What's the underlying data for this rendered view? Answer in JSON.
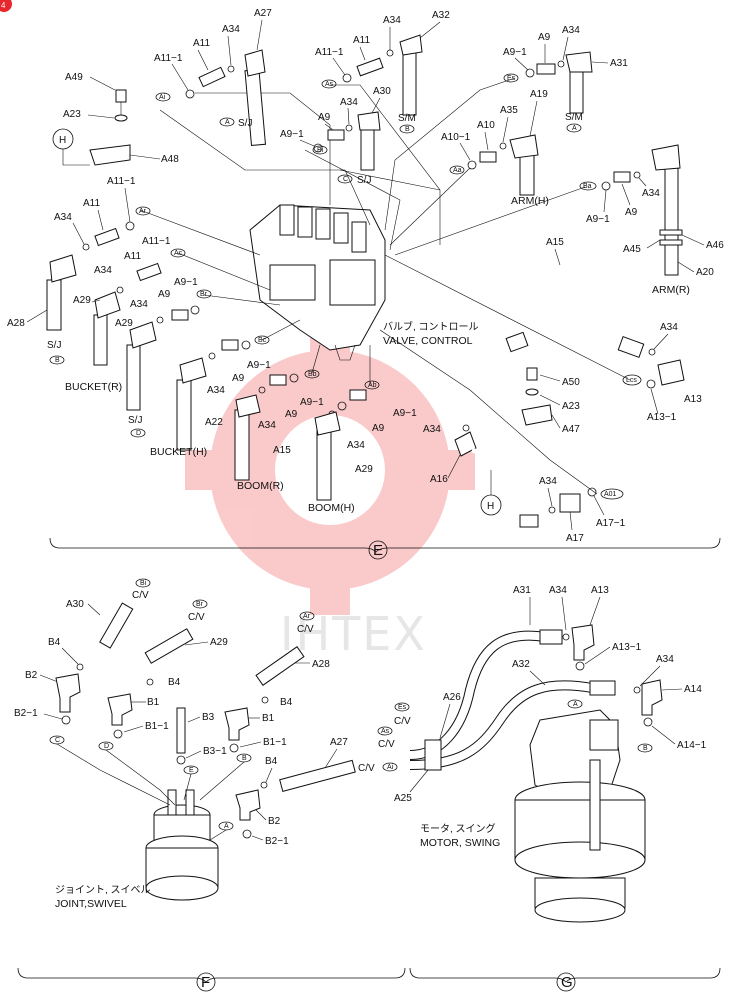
{
  "watermark": "IHTEX",
  "corner_badge": "4",
  "sections": {
    "E": "E",
    "F": "F",
    "G": "G"
  },
  "callouts": {
    "H_top": "H",
    "H_bottom": "H"
  },
  "e_labels": {
    "A49": "A49",
    "A23_top": "A23",
    "A48": "A48",
    "A11_1_l": "A11−1",
    "A11_l": "A11",
    "A34_t1": "A34",
    "A27": "A27",
    "A11_1_m": "A11−1",
    "A11_m": "A11",
    "A34_t2": "A34",
    "A32": "A32",
    "A9_1_r": "A9−1",
    "A9_r": "A9",
    "A34_t3": "A34",
    "A31": "A31",
    "A34_m": "A34",
    "A30": "A30",
    "A9_1_m": "A9−1",
    "A9_m": "A9",
    "A35": "A35",
    "A19": "A19",
    "A10_1": "A10−1",
    "A10": "A10",
    "A11_1_b": "A11−1",
    "A11_b": "A11",
    "A34_lb": "A34",
    "A28": "A28",
    "A11_1_c": "A11−1",
    "A11_c": "A11",
    "A34_c": "A34",
    "A29": "A29",
    "A34_d": "A34",
    "A9_d": "A9",
    "A9_1_d": "A9−1",
    "A29_b": "A29",
    "A34_e": "A34",
    "A9_e": "A9",
    "A9_1_e": "A9−1",
    "A22": "A22",
    "A34_f": "A34",
    "A9_f": "A9",
    "A9_1_f": "A9−1",
    "A15_boom": "A15",
    "A34_g": "A34",
    "A9_g": "A9",
    "A9_1_g": "A9−1",
    "A29_boom": "A29",
    "A34_rt": "A34",
    "A9_1_rt": "A9−1",
    "A9_rt": "A9",
    "A45": "A45",
    "A46": "A46",
    "A20": "A20",
    "A15": "A15",
    "A34_rr": "A34",
    "A13": "A13",
    "A13_1": "A13−1",
    "A50": "A50",
    "A23_mid": "A23",
    "A47": "A47",
    "A34_h": "A34",
    "A16": "A16",
    "A34_k": "A34",
    "A17": "A17",
    "A17_1": "A17−1"
  },
  "e_ovals": {
    "Ai": "Ai",
    "As": "As",
    "Es": "Es",
    "A": "A",
    "B": "B",
    "Bi": "Bi",
    "C": "C",
    "Aa": "Aa",
    "Ba": "Ba",
    "Ar": "Ar",
    "Ac": "Ac",
    "Br": "Br",
    "Bc": "Bc",
    "Bb": "Bb",
    "Ab": "Ab",
    "Lcs": "Lcs",
    "A01": "A01",
    "B_l": "B",
    "D_l": "D"
  },
  "e_captions": {
    "sj_a": "S/J",
    "sm_b": "S/M",
    "sm_a": "S/M",
    "sj_c": "S/J",
    "sj_b": "S/J",
    "sj_d": "S/J",
    "arm_h": "ARM(H)",
    "arm_r": "ARM(R)",
    "bucket_r": "BUCKET(R)",
    "bucket_h": "BUCKET(H)",
    "boom_r": "BOOM(R)",
    "boom_h": "BOOM(H)",
    "valve_jp": "バルブ, コントロール",
    "valve_en": "VALVE, CONTROL"
  },
  "f_labels": {
    "A30": "A30",
    "cv_bi": "C/V",
    "cv_br": "C/V",
    "A29": "A29",
    "cv_ar": "C/V",
    "A28": "A28",
    "B4_a": "B4",
    "B4_b": "B4",
    "B4_c": "B4",
    "B4_d": "B4",
    "B2": "B2",
    "B1_a": "B1",
    "B1_b": "B1",
    "B3": "B3",
    "B2_1": "B2−1",
    "B1_1a": "B1−1",
    "B3_1": "B3−1",
    "B1_1b": "B1−1",
    "A27": "A27",
    "cv_ai": "C/V",
    "B2_b": "B2",
    "B2_1b": "B2−1",
    "joint_jp": "ジョイント, スイベル",
    "joint_en": "JOINT,SWIVEL"
  },
  "f_ovals": {
    "Bi": "Bi",
    "Br": "Br",
    "Ar": "Ar",
    "Ai": "Ai",
    "C": "C",
    "D": "D",
    "E": "E",
    "B": "B",
    "A": "A"
  },
  "g_labels": {
    "A31": "A31",
    "A34_a": "A34",
    "A13": "A13",
    "A32": "A32",
    "A13_1": "A13−1",
    "A34_b": "A34",
    "A26": "A26",
    "A14": "A14",
    "cv_es": "C/V",
    "cv_as": "C/V",
    "A25": "A25",
    "A14_1": "A14−1",
    "motor_jp": "モータ, スイング",
    "motor_en": "MOTOR, SWING"
  },
  "g_ovals": {
    "Es": "Es",
    "As": "As",
    "A": "A",
    "B": "B"
  }
}
